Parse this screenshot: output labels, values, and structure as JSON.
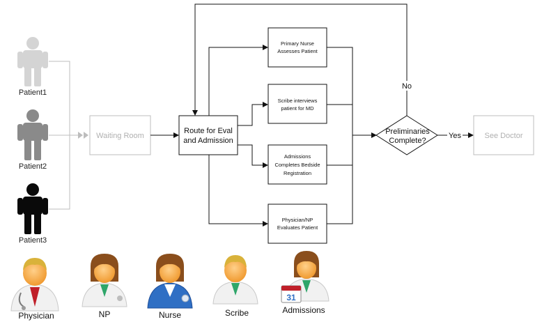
{
  "patients": [
    {
      "label": "Patient1",
      "color": "#d4d4d4"
    },
    {
      "label": "Patient2",
      "color": "#8a8a8a"
    },
    {
      "label": "Patient3",
      "color": "#0a0a0a"
    }
  ],
  "nodes": {
    "waiting_room": "Waiting Room",
    "route_line1": "Route for Eval",
    "route_line2": "and Admission",
    "primary_nurse_line1": "Primary Nurse",
    "primary_nurse_line2": "Assesses Patient",
    "scribe_line1": "Scribe interviews",
    "scribe_line2": "patient for MD",
    "admissions_line1": "Admissions",
    "admissions_line2": "Completes Bedside",
    "admissions_line3": "Registration",
    "physician_np_line1": "Physician/NP",
    "physician_np_line2": "Evaluates Patient",
    "decision_line1": "Preliminaries",
    "decision_line2": "Complete?",
    "see_doctor": "See Doctor"
  },
  "edge_labels": {
    "no": "No",
    "yes": "Yes"
  },
  "roles": [
    {
      "label": "Physician",
      "icon": "physician-icon"
    },
    {
      "label": "NP",
      "icon": "np-icon"
    },
    {
      "label": "Nurse",
      "icon": "nurse-icon"
    },
    {
      "label": "Scribe",
      "icon": "scribe-icon"
    },
    {
      "label": "Admissions",
      "icon": "admissions-icon"
    }
  ],
  "calendar_badge": "31",
  "colors": {
    "line": "#111111",
    "faded": "#bdbdbd",
    "faded_text": "#b0b0b0",
    "skin": "#f7b25a",
    "hair_brown": "#8a4e1c",
    "hair_blond": "#d9b23a",
    "coat": "#f1f1f1",
    "nurse_blue": "#2f6fc4",
    "tie_red": "#c0202a"
  }
}
